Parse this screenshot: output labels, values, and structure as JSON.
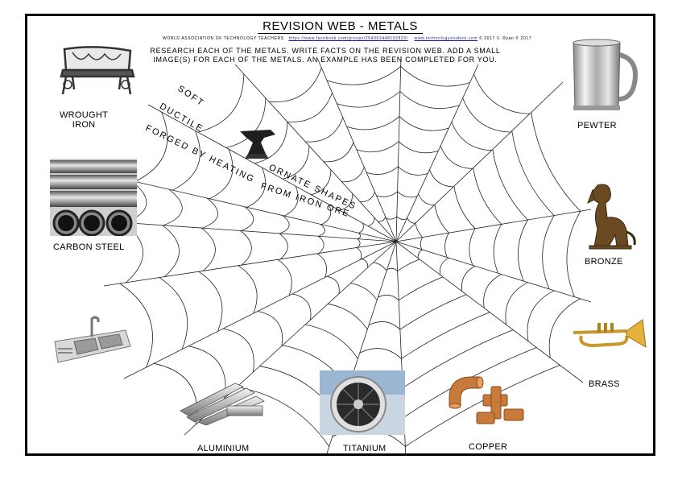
{
  "header": {
    "title": "REVISION WEB - METALS",
    "credits_prefix": "WORLD ASSOCIATION OF TECHNOLOGY TEACHERS",
    "credits_link1": "https://www.facebook.com/groups/254963448192823/",
    "credits_link2": "www.technologystudent.com",
    "credits_suffix": "© 2017 V. Ryan © 2017",
    "instructions": "RESEARCH EACH OF THE METALS. WRITE FACTS ON THE REVISION WEB. ADD A SMALL IMAGE(S) FOR EACH OF THE METALS. AN EXAMPLE HAS BEEN COMPLETED FOR YOU."
  },
  "metals": {
    "wrought_iron": "WROUGHT\nIRON",
    "pewter": "PEWTER",
    "carbon_steel": "CARBON STEEL",
    "bronze": "BRONZE",
    "brass": "BRASS",
    "aluminium": "ALUMINIUM",
    "titanium": "TITANIUM",
    "copper": "COPPER"
  },
  "example_facts": {
    "soft": "SOFT",
    "ductile": "DUCTILE",
    "forged": "FORGED BY HEATING",
    "ornate": "ORNATE SHAPES",
    "from_iron": "FROM IRON ORE"
  },
  "icons": [
    "bench-icon",
    "tankard-icon",
    "steel-tubes-icon",
    "dog-statue-icon",
    "sink-icon",
    "trumpet-icon",
    "aluminium-profiles-icon",
    "jet-engine-icon",
    "copper-fittings-icon",
    "anvil-icon"
  ]
}
